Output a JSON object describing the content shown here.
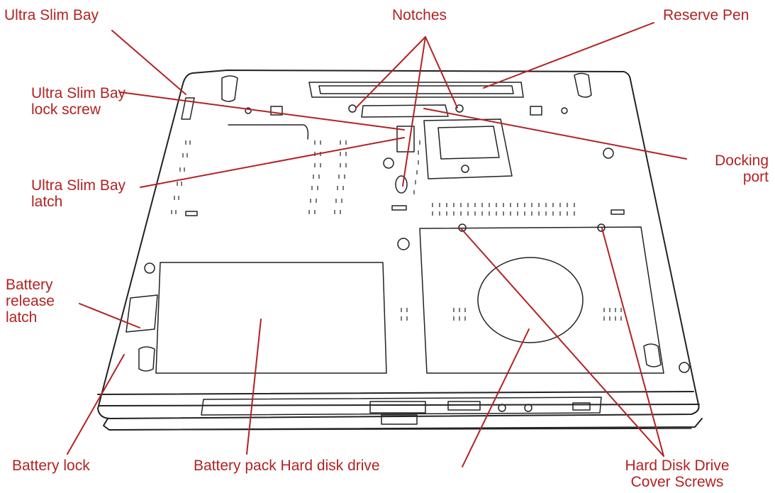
{
  "colors": {
    "callout": "#b22222",
    "outline": "#222222",
    "background": "#ffffff"
  },
  "labels": {
    "ultra_slim_bay": "Ultra Slim Bay",
    "notches": "Notches",
    "reserve_pen": "Reserve Pen",
    "ultra_slim_bay_lock_screw": [
      "Ultra Slim Bay",
      "lock screw"
    ],
    "docking_port": [
      "Docking",
      "port"
    ],
    "ultra_slim_bay_latch": [
      "Ultra Slim Bay",
      "latch"
    ],
    "battery_release_latch": [
      "Battery",
      "release",
      "latch"
    ],
    "battery_lock": "Battery lock",
    "battery_pack_hard_disk_drive": "Battery pack Hard disk drive",
    "hard_disk_drive_cover_screws": [
      "Hard Disk Drive",
      "Cover Screws"
    ]
  }
}
